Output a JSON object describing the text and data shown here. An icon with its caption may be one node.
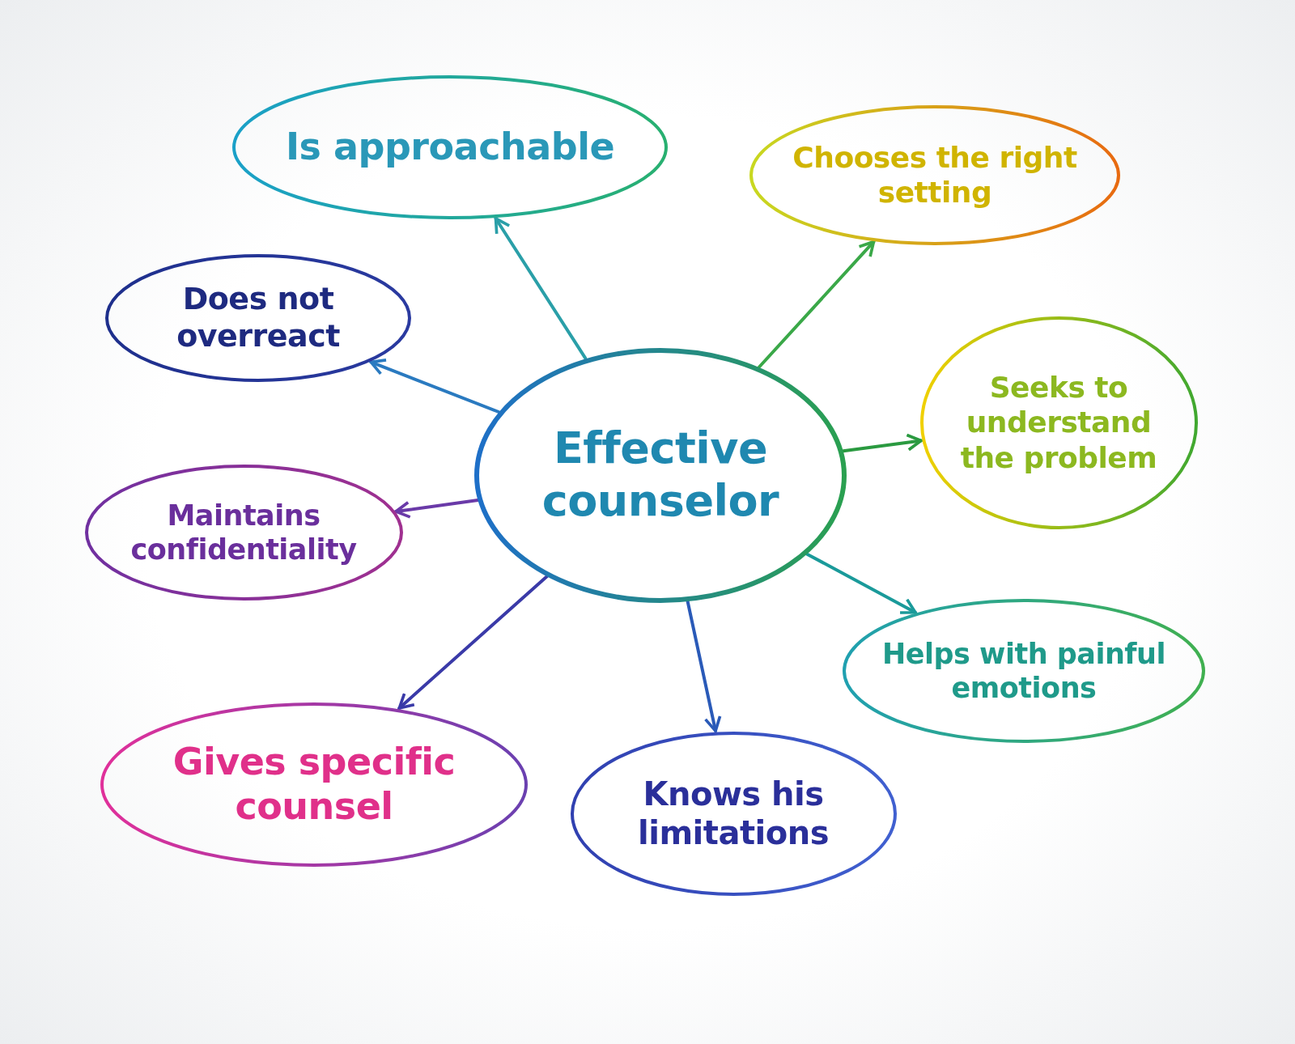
{
  "diagram": {
    "nodes": [
      {
        "text": [
          "Effective counselor"
        ]
      },
      {
        "text": [
          "Is approachable"
        ]
      },
      {
        "text": [
          "Chooses the right setting"
        ]
      },
      {
        "text": [
          "Does not overreact"
        ]
      },
      {
        "text": [
          "Seeks to understand the problem"
        ]
      },
      {
        "text": [
          "Maintains confidentiality"
        ]
      },
      {
        "text": [
          "Helps with painful emotions"
        ]
      },
      {
        "text": [
          "Gives specific counsel"
        ]
      },
      {
        "text": [
          "Knows his limitations"
        ]
      }
    ],
    "edges": [
      {
        "from": 0,
        "to": 1,
        "arrow": "to",
        "color": "#2a9fa8"
      },
      {
        "from": 0,
        "to": 2,
        "arrow": "to",
        "color": "#3aa848"
      },
      {
        "from": 0,
        "to": 3,
        "arrow": "to",
        "color": "#2a7ac0"
      },
      {
        "from": 0,
        "to": 4,
        "arrow": "to",
        "color": "#2a9a40"
      },
      {
        "from": 0,
        "to": 5,
        "arrow": "to",
        "color": "#6a3aa8"
      },
      {
        "from": 0,
        "to": 6,
        "arrow": "to",
        "color": "#1a9a9a"
      },
      {
        "from": 0,
        "to": 7,
        "arrow": "to",
        "color": "#3a3aa8"
      },
      {
        "from": 0,
        "to": 8,
        "arrow": "to",
        "color": "#2a5ab8"
      }
    ]
  }
}
